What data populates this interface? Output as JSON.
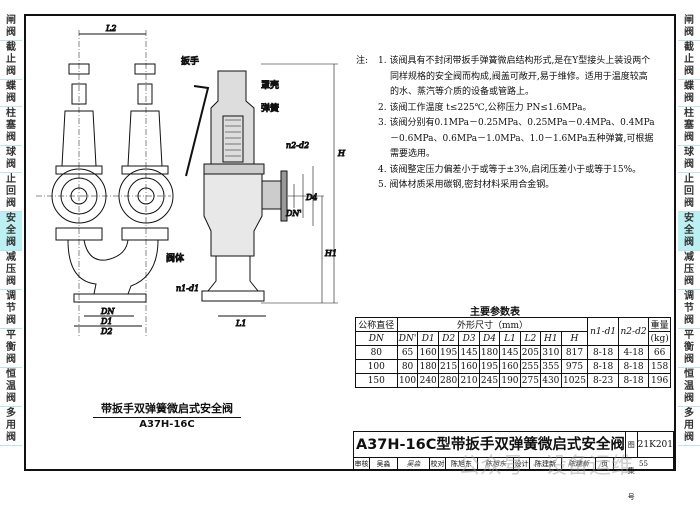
{
  "side_tabs": [
    "闸阀",
    "截止阀",
    "蝶阀",
    "柱塞阀",
    "球阀",
    "止回阀",
    "安全阀",
    "减压阀",
    "调节阀",
    "平衡阀",
    "恒温阀",
    "多用阀"
  ],
  "active_tab": "安全阀",
  "drawing": {
    "labels": {
      "wrench": "扳手",
      "cover": "罩壳",
      "spring": "弹簧",
      "body": "阀体",
      "L2": "L2",
      "L1": "L1",
      "H": "H",
      "H1": "H1",
      "DN": "DN",
      "D1": "D1",
      "D2": "D2",
      "D4": "D4",
      "DNp": "DN'",
      "n1d1": "n1-d1",
      "n2d2": "n2-d2"
    }
  },
  "caption": {
    "title": "带扳手双弹簧微启式安全阀",
    "model": "A37H-16C"
  },
  "notes": {
    "label": "注:",
    "items": [
      "1. 该阀具有不封闭带扳手弹簧微启结构形式,是在Y型接头上装设两个同样规格的安全阀而构成,阀盖可敞开,易于维修。适用于温度较高的水、蒸汽等介质的设备或管路上。",
      "2. 该阀工作温度 t≤225℃,公称压力 PN≤1.6MPa。",
      "3. 该阀分别有0.1MPa－0.25MPa、0.25MPa－0.4MPa、0.4MPa－0.6MPa、0.6MPa－1.0MPa、1.0－1.6MPa五种弹簧,可根据需要选用。",
      "4. 该阀整定压力偏差小于或等于±3%,启闭压差小于或等于15%。",
      "5. 阀体材质采用碳钢,密封材料采用合金钢。"
    ]
  },
  "table": {
    "title": "主要参数表",
    "h_dn": "公称直径",
    "h_dn2": "DN",
    "h_dims": "外形尺寸（mm）",
    "h_n1": "n1-d1",
    "h_n2": "n2-d2",
    "h_w": "重量",
    "h_w2": "(kg)",
    "sub": [
      "DN'",
      "D1",
      "D2",
      "D3",
      "D4",
      "L1",
      "L2",
      "H1",
      "H"
    ],
    "rows": [
      [
        "80",
        "65",
        "160",
        "195",
        "145",
        "180",
        "145",
        "205",
        "310",
        "817",
        "8-18",
        "4-18",
        "66"
      ],
      [
        "100",
        "80",
        "180",
        "215",
        "160",
        "195",
        "160",
        "255",
        "355",
        "975",
        "8-18",
        "8-18",
        "158"
      ],
      [
        "150",
        "100",
        "240",
        "280",
        "210",
        "245",
        "190",
        "275",
        "430",
        "1025",
        "8-23",
        "8-18",
        "196"
      ]
    ]
  },
  "title_block": {
    "title": "A37H-16C型带扳手双弹簧微启式安全阀",
    "atlas_label": "图集号",
    "atlas_no": "21K201",
    "review": "审核",
    "reviewer": "吴淼",
    "reviewer_sig": "吴淼",
    "check": "校对",
    "checker": "陈旭东",
    "checker_sig": "陈旭东",
    "design": "设计",
    "designer": "陈建新",
    "designer_sig": "陈建新",
    "page_label": "页",
    "page": "55"
  },
  "watermark": "公众号 · 设备运维"
}
